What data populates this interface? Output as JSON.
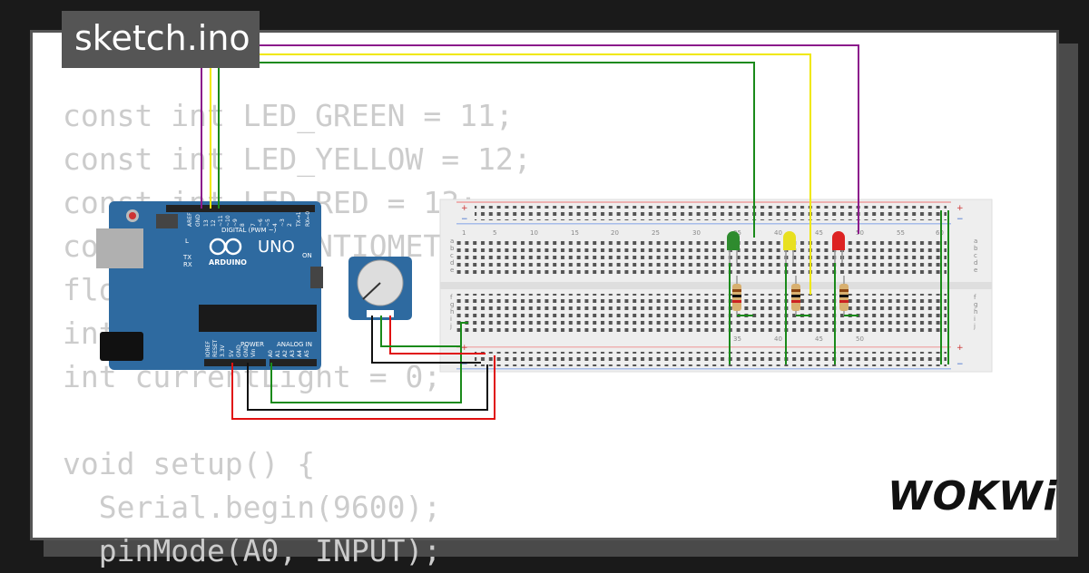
{
  "file_tab": {
    "name": "sketch.ino"
  },
  "code": {
    "lines": [
      "const int LED_GREEN = 11;",
      "const int LED_YELLOW = 12;",
      "const int LED_RED = 13;",
      "const int POTENTIOMETER = A0;",
      "float",
      "int",
      "int currentLight = 0;",
      "",
      "void setup() {",
      "  Serial.begin(9600);",
      "  pinMode(A0, INPUT);"
    ]
  },
  "board": {
    "model": "UNO",
    "brand": "ARDUINO",
    "digital_header": "DIGITAL (PWM ~)",
    "power_header": "POWER",
    "analog_header": "ANALOG IN",
    "on_label": "ON",
    "tx_label": "TX",
    "rx_label": "RX",
    "l_label": "L",
    "aref_label": "AREF",
    "gnd_label": "GND",
    "digital_pins": [
      "13",
      "12",
      "~11",
      "~10",
      "~9",
      "8",
      "7",
      "~6",
      "~5",
      "4",
      "~3",
      "2",
      "TX→1",
      "RX←0"
    ],
    "power_pins": [
      "IOREF",
      "RESET",
      "3.3V",
      "5V",
      "GND",
      "GND",
      "Vin"
    ],
    "analog_pins": [
      "A0",
      "A1",
      "A2",
      "A3",
      "A4",
      "A5"
    ]
  },
  "breadboard": {
    "column_numbers": [
      "1",
      "5",
      "10",
      "15",
      "20",
      "25",
      "30",
      "35",
      "40",
      "45",
      "50",
      "55",
      "60"
    ],
    "row_letters_top": [
      "a",
      "b",
      "c",
      "d",
      "e"
    ],
    "row_letters_bottom": [
      "f",
      "g",
      "h",
      "i",
      "j"
    ],
    "rail_plus": "+",
    "rail_minus": "−"
  },
  "leds": [
    {
      "color": "green",
      "hex": "#2e8b2e"
    },
    {
      "color": "yellow",
      "hex": "#e8e020"
    },
    {
      "color": "red",
      "hex": "#dd2222"
    }
  ],
  "wire_colors": {
    "purple": "#8b1a8b",
    "yellow": "#f0e800",
    "green": "#1a8a1a",
    "red": "#e01010",
    "black": "#111111"
  },
  "brand": {
    "logo_text": "WOKWi"
  }
}
